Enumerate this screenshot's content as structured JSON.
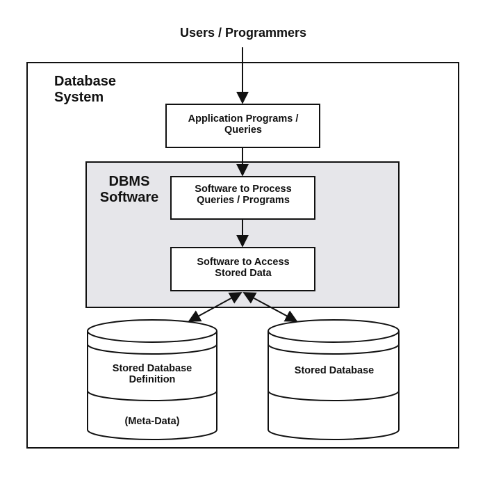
{
  "diagram": {
    "users_label": "Users / Programmers",
    "database_system_label": "Database\nSystem",
    "dbms_software_label": "DBMS\nSoftware",
    "app_programs_label": "Application Programs /\nQueries",
    "process_software_label": "Software to Process\nQueries / Programs",
    "access_software_label": "Software to Access\nStored Data",
    "stored_definition_label": "Stored Database\nDefinition",
    "meta_data_label": "(Meta-Data)",
    "stored_database_label": "Stored Database"
  },
  "colors": {
    "line": "#111111",
    "dbms_fill": "#e6e6ea",
    "box_fill": "#ffffff"
  }
}
